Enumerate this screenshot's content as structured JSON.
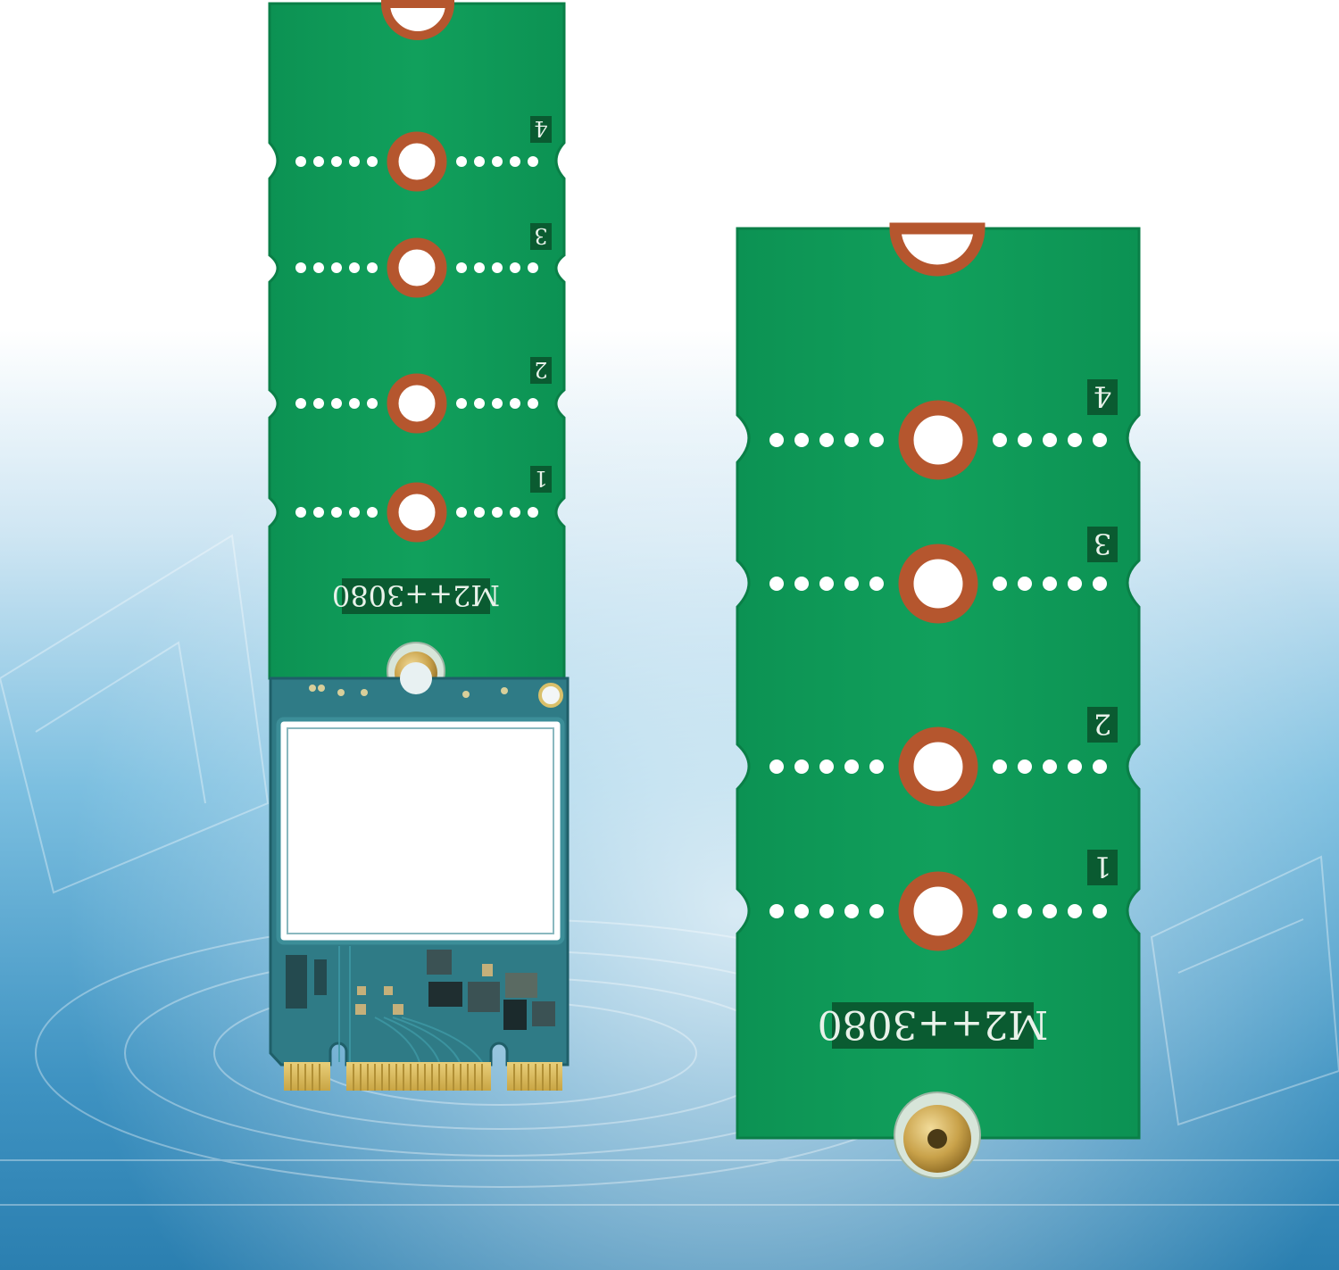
{
  "image": {
    "subject": "M.2 extension boards",
    "background_theme": "blue digital technology"
  },
  "left_board": {
    "marking": "M2++3080",
    "segment_numbers": [
      "4",
      "3",
      "2",
      "1"
    ],
    "module": "M.2 2230 card"
  },
  "right_board": {
    "marking": "M2++3080",
    "segment_numbers": [
      "4",
      "3",
      "2",
      "1"
    ]
  },
  "colors": {
    "pcb_green": "#0e9a57",
    "pcb_edge": "#0a7f47",
    "copper_ring": "#b5562e",
    "brass": "#c9a24a",
    "module_blue": "#2f7b86",
    "gold_contacts": "#d8b85a",
    "background_blue": "#6fb6d8"
  }
}
